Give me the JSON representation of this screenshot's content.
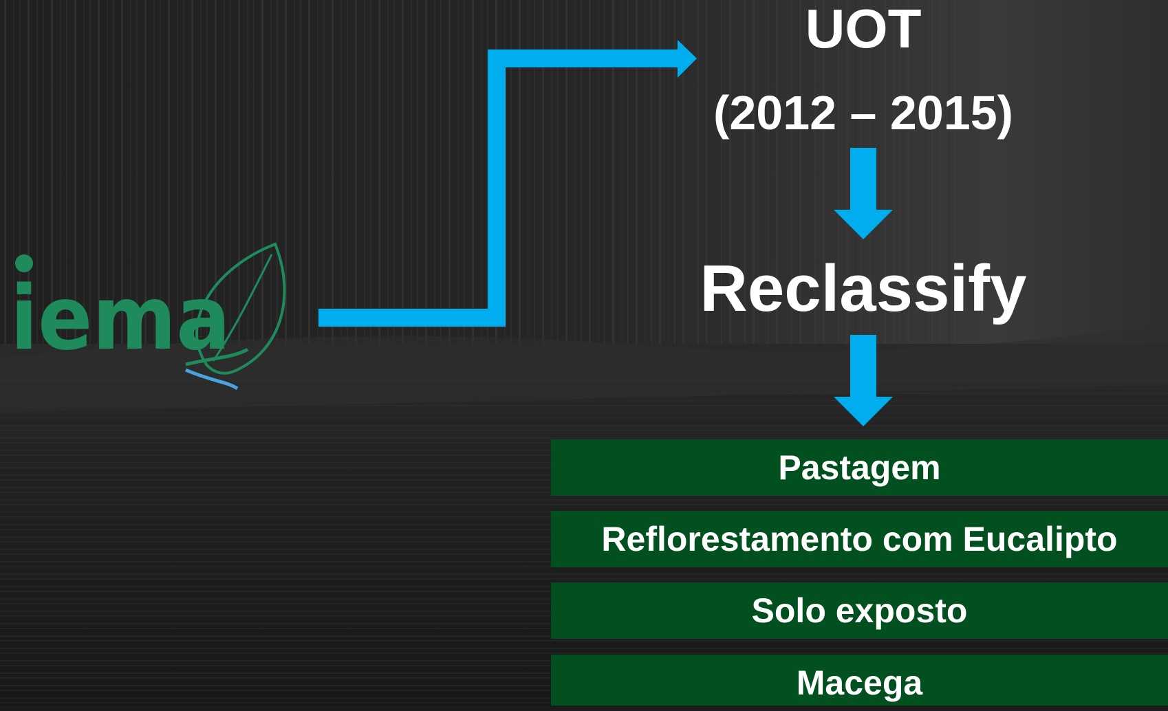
{
  "diagram": {
    "title": "UOT",
    "period": "(2012 – 2015)",
    "action": "Reclassify",
    "classes": [
      "Pastagem",
      "Reflorestamento com Eucalipto",
      "Solo exposto",
      "Macega"
    ]
  },
  "logo": {
    "text": "iema",
    "color": "#1f8a5b"
  },
  "colors": {
    "arrow": "#00aeef",
    "class_box": "#02501f",
    "text": "#ffffff"
  }
}
